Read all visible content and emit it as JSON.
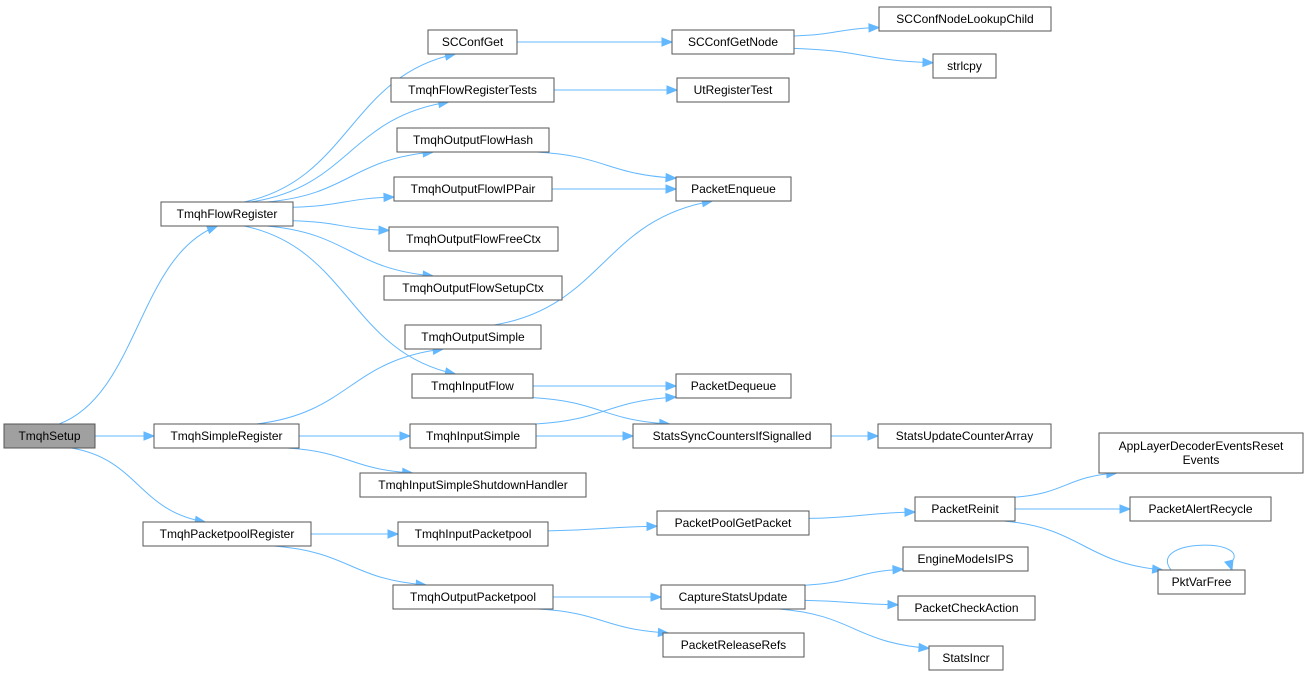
{
  "graph": {
    "edge_color": "#63b8ff",
    "root_fill": "#a0a0a0",
    "node_border": "#555555",
    "nodes": [
      {
        "id": "TmqhSetup",
        "label": "TmqhSetup",
        "root": true
      },
      {
        "id": "TmqhFlowRegister",
        "label": "TmqhFlowRegister"
      },
      {
        "id": "TmqhSimpleRegister",
        "label": "TmqhSimpleRegister"
      },
      {
        "id": "TmqhPacketpoolRegister",
        "label": "TmqhPacketpoolRegister"
      },
      {
        "id": "SCConfGet",
        "label": "SCConfGet"
      },
      {
        "id": "TmqhFlowRegisterTests",
        "label": "TmqhFlowRegisterTests"
      },
      {
        "id": "TmqhOutputFlowHash",
        "label": "TmqhOutputFlowHash"
      },
      {
        "id": "TmqhOutputFlowIPPair",
        "label": "TmqhOutputFlowIPPair"
      },
      {
        "id": "TmqhOutputFlowFreeCtx",
        "label": "TmqhOutputFlowFreeCtx"
      },
      {
        "id": "TmqhOutputFlowSetupCtx",
        "label": "TmqhOutputFlowSetupCtx"
      },
      {
        "id": "TmqhOutputSimple",
        "label": "TmqhOutputSimple"
      },
      {
        "id": "TmqhInputFlow",
        "label": "TmqhInputFlow"
      },
      {
        "id": "TmqhInputSimple",
        "label": "TmqhInputSimple"
      },
      {
        "id": "TmqhInputSimpleShutdownHandler",
        "label": "TmqhInputSimpleShutdownHandler"
      },
      {
        "id": "TmqhInputPacketpool",
        "label": "TmqhInputPacketpool"
      },
      {
        "id": "TmqhOutputPacketpool",
        "label": "TmqhOutputPacketpool"
      },
      {
        "id": "SCConfGetNode",
        "label": "SCConfGetNode"
      },
      {
        "id": "UtRegisterTest",
        "label": "UtRegisterTest"
      },
      {
        "id": "PacketEnqueue",
        "label": "PacketEnqueue"
      },
      {
        "id": "PacketDequeue",
        "label": "PacketDequeue"
      },
      {
        "id": "StatsSyncCountersIfSignalled",
        "label": "StatsSyncCountersIfSignalled"
      },
      {
        "id": "PacketPoolGetPacket",
        "label": "PacketPoolGetPacket"
      },
      {
        "id": "CaptureStatsUpdate",
        "label": "CaptureStatsUpdate"
      },
      {
        "id": "PacketReleaseRefs",
        "label": "PacketReleaseRefs"
      },
      {
        "id": "SCConfNodeLookupChild",
        "label": "SCConfNodeLookupChild"
      },
      {
        "id": "strlcpy",
        "label": "strlcpy"
      },
      {
        "id": "StatsUpdateCounterArray",
        "label": "StatsUpdateCounterArray"
      },
      {
        "id": "PacketReinit",
        "label": "PacketReinit"
      },
      {
        "id": "EngineModeIsIPS",
        "label": "EngineModeIsIPS"
      },
      {
        "id": "PacketCheckAction",
        "label": "PacketCheckAction"
      },
      {
        "id": "StatsIncr",
        "label": "StatsIncr"
      },
      {
        "id": "AppLayerDecoderEventsResetEvents",
        "label": "AppLayerDecoderEventsReset\nEvents"
      },
      {
        "id": "PacketAlertRecycle",
        "label": "PacketAlertRecycle"
      },
      {
        "id": "PktVarFree",
        "label": "PktVarFree"
      }
    ],
    "edges": [
      [
        "TmqhSetup",
        "TmqhFlowRegister"
      ],
      [
        "TmqhSetup",
        "TmqhSimpleRegister"
      ],
      [
        "TmqhSetup",
        "TmqhPacketpoolRegister"
      ],
      [
        "TmqhFlowRegister",
        "SCConfGet"
      ],
      [
        "TmqhFlowRegister",
        "TmqhFlowRegisterTests"
      ],
      [
        "TmqhFlowRegister",
        "TmqhOutputFlowHash"
      ],
      [
        "TmqhFlowRegister",
        "TmqhOutputFlowIPPair"
      ],
      [
        "TmqhFlowRegister",
        "TmqhOutputFlowFreeCtx"
      ],
      [
        "TmqhFlowRegister",
        "TmqhOutputFlowSetupCtx"
      ],
      [
        "TmqhFlowRegister",
        "TmqhInputFlow"
      ],
      [
        "TmqhSimpleRegister",
        "TmqhOutputSimple"
      ],
      [
        "TmqhSimpleRegister",
        "TmqhInputSimple"
      ],
      [
        "TmqhSimpleRegister",
        "TmqhInputSimpleShutdownHandler"
      ],
      [
        "TmqhPacketpoolRegister",
        "TmqhInputPacketpool"
      ],
      [
        "TmqhPacketpoolRegister",
        "TmqhOutputPacketpool"
      ],
      [
        "SCConfGet",
        "SCConfGetNode"
      ],
      [
        "SCConfGetNode",
        "SCConfNodeLookupChild"
      ],
      [
        "SCConfGetNode",
        "strlcpy"
      ],
      [
        "TmqhFlowRegisterTests",
        "UtRegisterTest"
      ],
      [
        "TmqhOutputFlowHash",
        "PacketEnqueue"
      ],
      [
        "TmqhOutputFlowIPPair",
        "PacketEnqueue"
      ],
      [
        "TmqhOutputSimple",
        "PacketEnqueue"
      ],
      [
        "TmqhInputFlow",
        "PacketDequeue"
      ],
      [
        "TmqhInputFlow",
        "StatsSyncCountersIfSignalled"
      ],
      [
        "TmqhInputSimple",
        "PacketDequeue"
      ],
      [
        "TmqhInputSimple",
        "StatsSyncCountersIfSignalled"
      ],
      [
        "StatsSyncCountersIfSignalled",
        "StatsUpdateCounterArray"
      ],
      [
        "TmqhInputPacketpool",
        "PacketPoolGetPacket"
      ],
      [
        "PacketPoolGetPacket",
        "PacketReinit"
      ],
      [
        "PacketReinit",
        "AppLayerDecoderEventsResetEvents"
      ],
      [
        "PacketReinit",
        "PacketAlertRecycle"
      ],
      [
        "PacketReinit",
        "PktVarFree"
      ],
      [
        "PktVarFree",
        "PktVarFree"
      ],
      [
        "TmqhOutputPacketpool",
        "CaptureStatsUpdate"
      ],
      [
        "TmqhOutputPacketpool",
        "PacketReleaseRefs"
      ],
      [
        "CaptureStatsUpdate",
        "EngineModeIsIPS"
      ],
      [
        "CaptureStatsUpdate",
        "PacketCheckAction"
      ],
      [
        "CaptureStatsUpdate",
        "StatsIncr"
      ]
    ]
  }
}
